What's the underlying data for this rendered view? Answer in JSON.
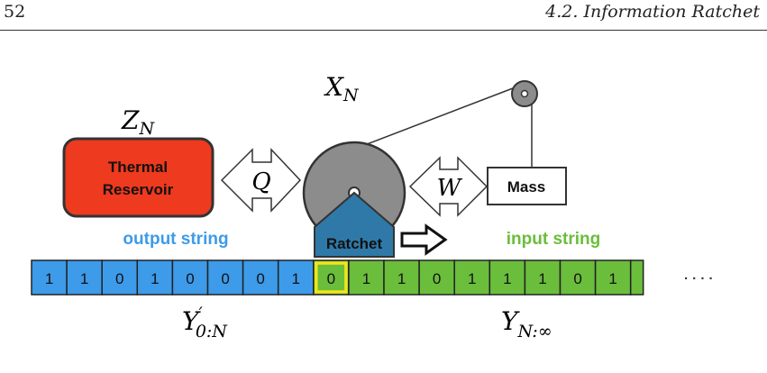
{
  "header": {
    "page_number": "52",
    "section": "4.2. Information Ratchet"
  },
  "figure": {
    "reservoir_symbol": {
      "base": "Z",
      "sub": "N"
    },
    "ratchet_state_symbol": {
      "base": "X",
      "sub": "N"
    },
    "reservoir_label_line1": "Thermal",
    "reservoir_label_line2": "Reservoir",
    "heat_symbol": "Q",
    "work_symbol": "W",
    "mass_label": "Mass",
    "ratchet_label": "Ratchet",
    "output_string_label": "output string",
    "input_string_label": "input string",
    "output_bits": [
      "1",
      "1",
      "0",
      "1",
      "0",
      "0",
      "0",
      "1"
    ],
    "current_bit": "0",
    "input_bits": [
      "1",
      "1",
      "0",
      "1",
      "1",
      "1",
      "0",
      "1"
    ],
    "ellipsis": "· · · ·",
    "output_symbol": {
      "base": "Y",
      "prime": "′",
      "sub": "0:N"
    },
    "input_symbol": {
      "base": "Y",
      "sub": "N:∞"
    },
    "colors": {
      "reservoir": "#ee3a1e",
      "output": "#3d9be9",
      "input": "#6bbd3c",
      "ratchet": "#2f79a9",
      "wheel": "#8c8c8c",
      "highlight": "#f1e51a"
    }
  }
}
